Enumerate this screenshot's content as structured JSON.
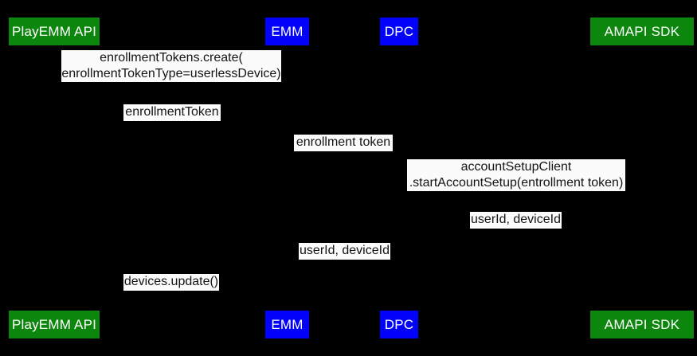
{
  "diagram": {
    "type": "sequence-diagram",
    "background_color": "#000000",
    "colors": {
      "actor_green": "#0d860d",
      "actor_blue": "#0202fb",
      "actor_text": "#ffffff",
      "message_bg": "#fbfbfb",
      "message_text": "#141414"
    },
    "actors": [
      {
        "id": "playemm-api",
        "label": "PlayEMM API",
        "color": "green"
      },
      {
        "id": "emm",
        "label": "EMM",
        "color": "blue"
      },
      {
        "id": "dpc",
        "label": "DPC",
        "color": "blue"
      },
      {
        "id": "amapi-sdk",
        "label": "AMAPI SDK",
        "color": "green"
      }
    ],
    "messages": [
      {
        "between": [
          "PlayEMM API",
          "EMM"
        ],
        "label": "enrollmentTokens.create(\nenrollmentTokenType=userlessDevice)"
      },
      {
        "between": [
          "PlayEMM API",
          "EMM"
        ],
        "label": "enrollmentToken"
      },
      {
        "between": [
          "EMM",
          "DPC"
        ],
        "label": "enrollment token"
      },
      {
        "between": [
          "DPC",
          "AMAPI SDK"
        ],
        "label": "accountSetupClient\n.startAccountSetup(entrollment token)"
      },
      {
        "between": [
          "DPC",
          "AMAPI SDK"
        ],
        "label": "userId, deviceId"
      },
      {
        "between": [
          "EMM",
          "DPC"
        ],
        "label": "userId, deviceId"
      },
      {
        "between": [
          "PlayEMM API",
          "EMM"
        ],
        "label": "devices.update()"
      }
    ]
  }
}
